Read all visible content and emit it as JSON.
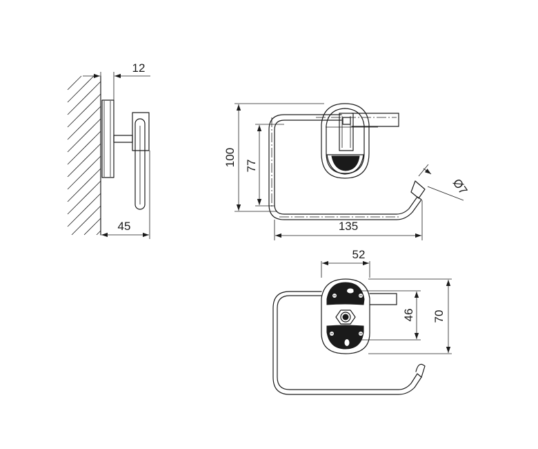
{
  "dimensions": {
    "side_view": {
      "wall_offset": "12",
      "projection": "45"
    },
    "front_view": {
      "overall_height": "100",
      "inner_height": "77",
      "overall_width": "135",
      "rod_diameter": "Ø7"
    },
    "back_view": {
      "base_width": "52",
      "hole_spacing": "46",
      "base_height": "70"
    }
  }
}
